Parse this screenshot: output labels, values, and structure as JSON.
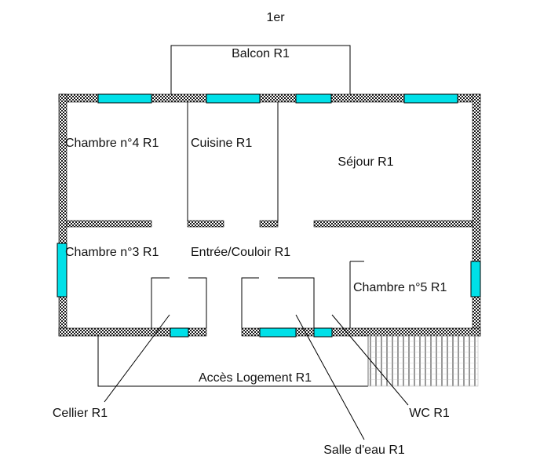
{
  "plan": {
    "floor_label": "1er",
    "rooms": {
      "balcon": "Balcon R1",
      "chambre4": "Chambre n°4 R1",
      "cuisine": "Cuisine R1",
      "sejour": "Séjour R1",
      "chambre3": "Chambre n°3 R1",
      "entree": "Entrée/Couloir R1",
      "chambre5": "Chambre n°5 R1",
      "acces": "Accès Logement R1",
      "cellier": "Cellier R1",
      "wc": "WC R1",
      "salle_eau": "Salle d'eau R1"
    },
    "colors": {
      "wall_dark": "#1a1a1a",
      "wall_light": "#ffffff",
      "window": "#00e0e8",
      "line": "#000000"
    }
  }
}
